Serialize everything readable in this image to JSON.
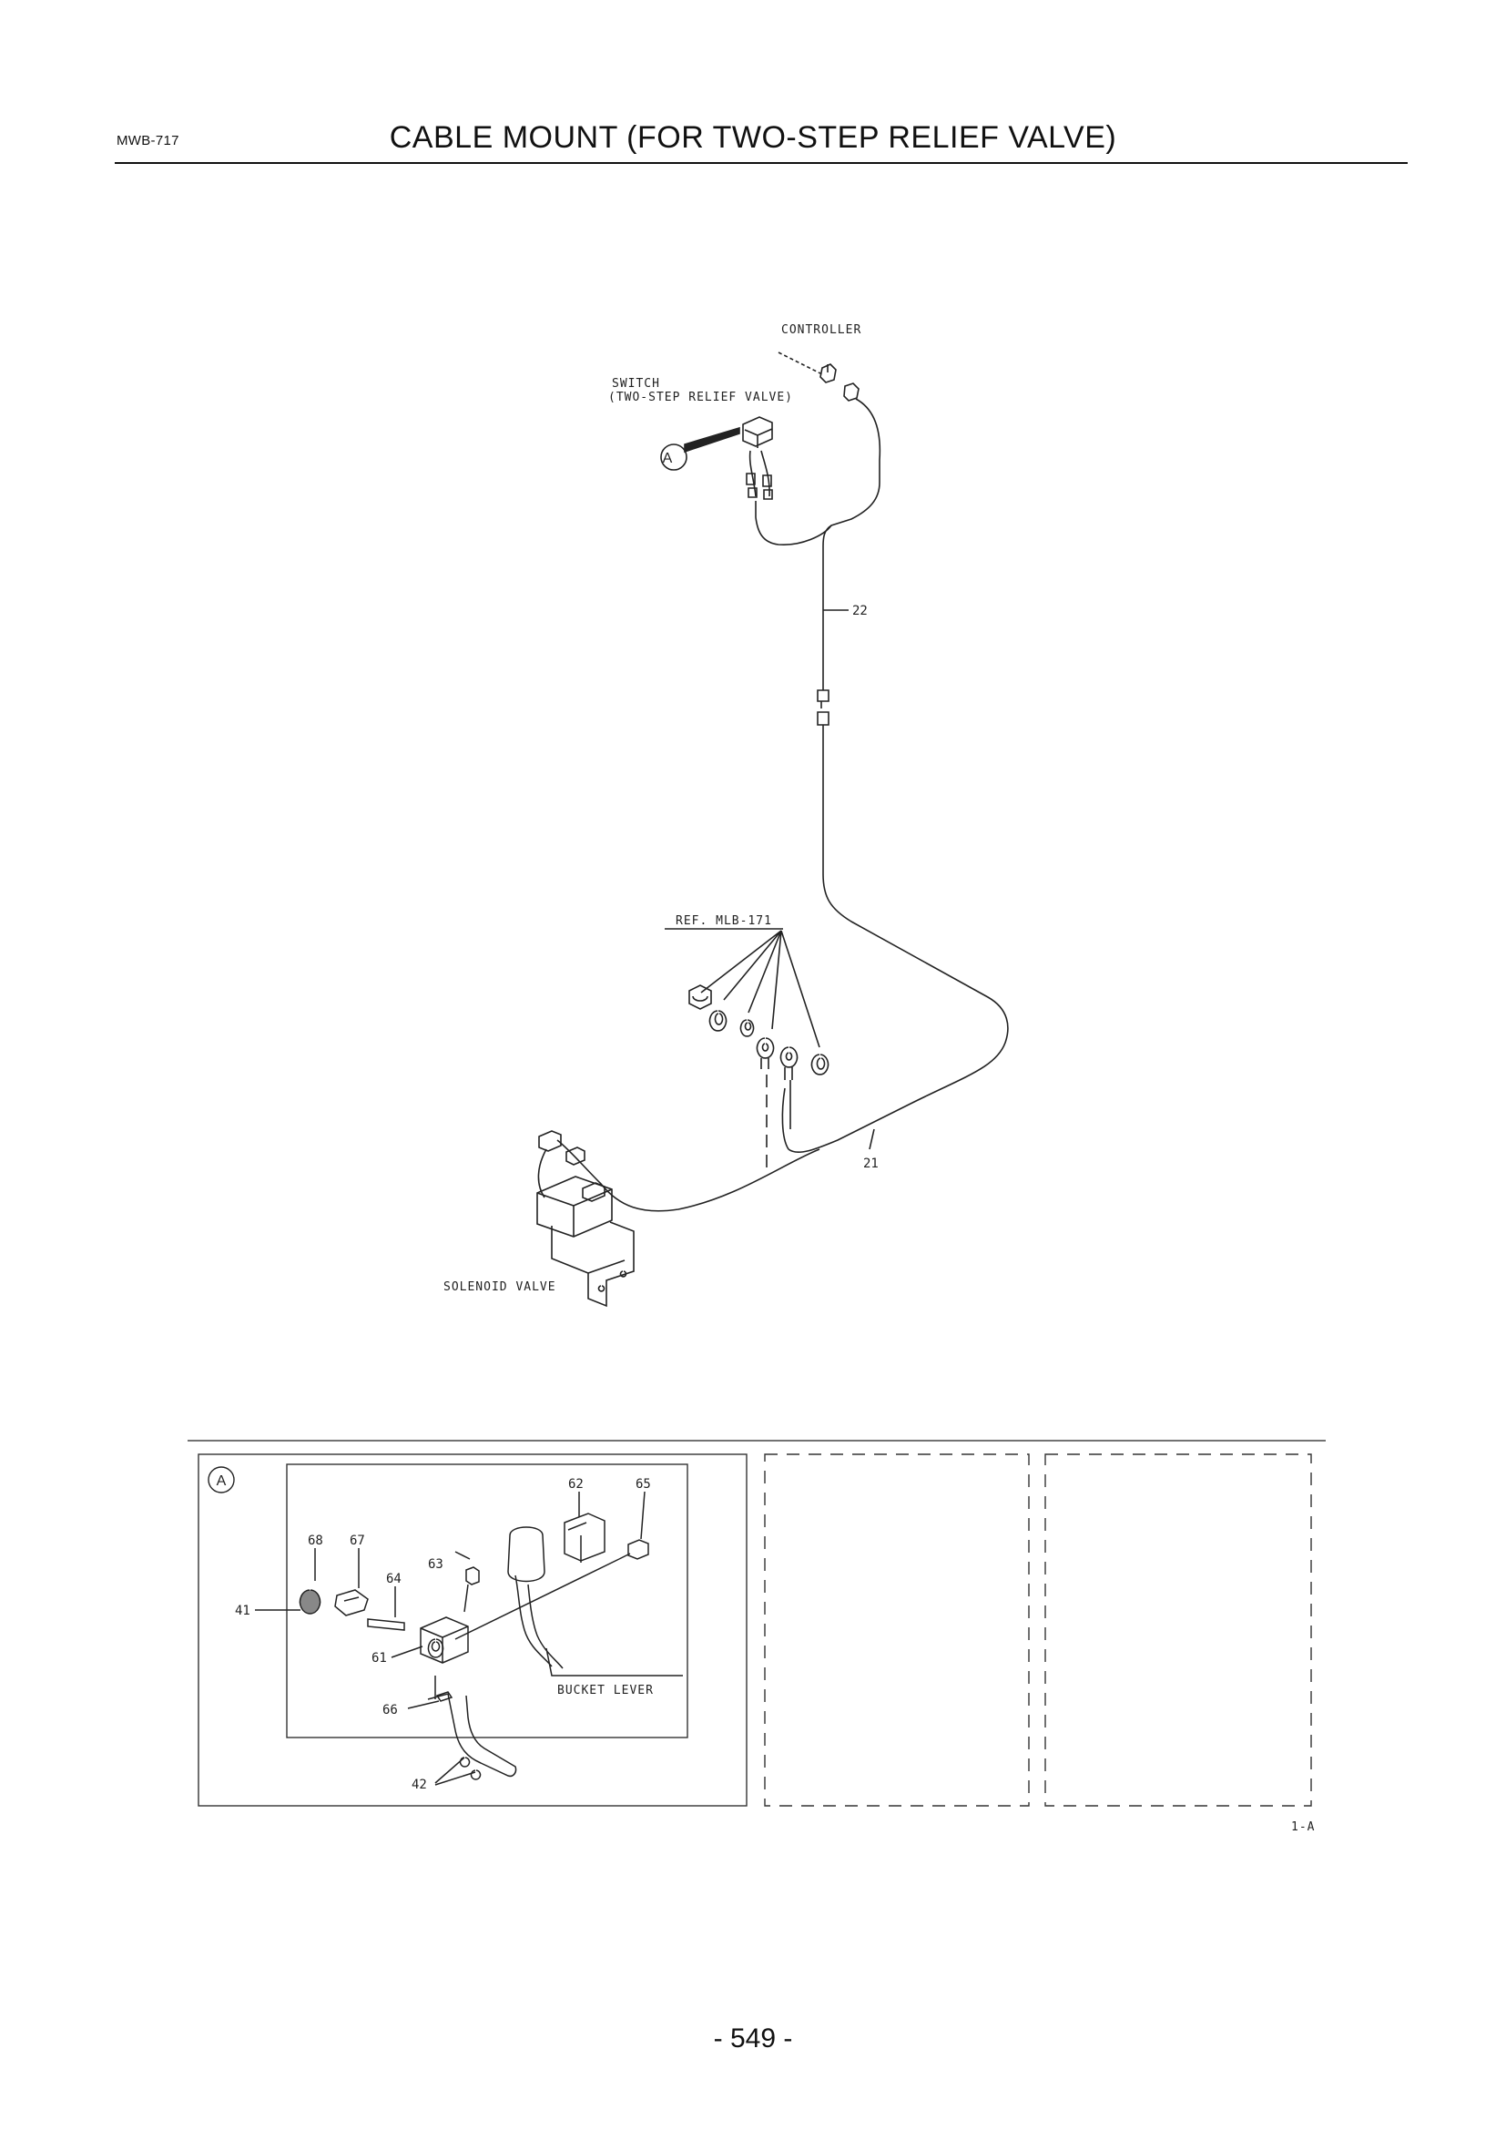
{
  "header": {
    "page_code": "MWB-717",
    "title": "CABLE MOUNT (FOR TWO-STEP RELIEF VALVE)"
  },
  "main_diagram": {
    "labels": {
      "controller": "CONTROLLER",
      "switch_line1": "SWITCH",
      "switch_line2": "(TWO-STEP RELIEF VALVE)",
      "ref": "REF. MLB-171",
      "solenoid": "SOLENOID VALVE",
      "detail_marker": "A"
    },
    "part_numbers": {
      "harness_upper": "22",
      "harness_lower": "21"
    }
  },
  "detail_a": {
    "marker": "A",
    "bucket_lever_label": "BUCKET LEVER",
    "part_numbers": [
      "68",
      "67",
      "64",
      "63",
      "62",
      "65",
      "41",
      "61",
      "66",
      "42"
    ]
  },
  "footer": {
    "figure_code": "1-A",
    "page_number": "- 549 -"
  }
}
